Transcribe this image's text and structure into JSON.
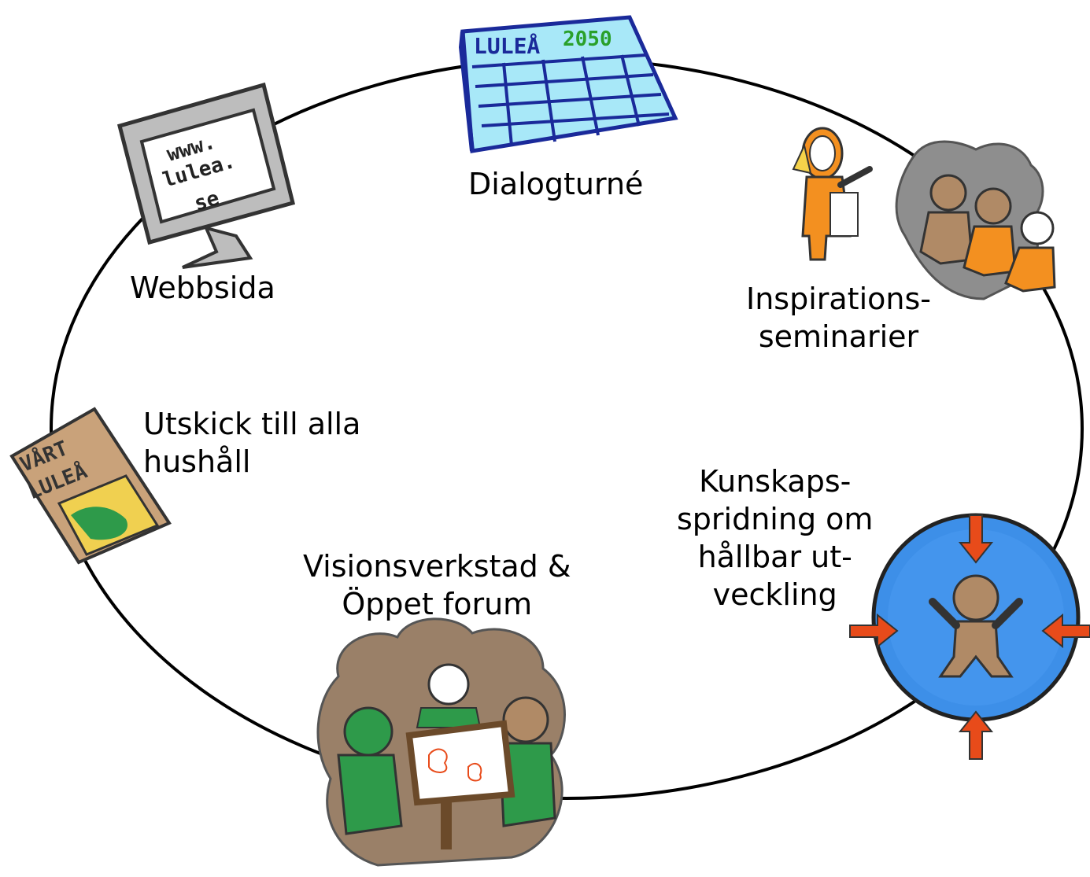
{
  "colors": {
    "ring": "#000000",
    "calendar_fill": "#a8e8f8",
    "calendar_ink": "#1a2a9a",
    "year_ink": "#2aa02a",
    "monitor_fill": "#bdbdbd",
    "orange": "#f39020",
    "skin": "#b08a66",
    "cloud": "#8e8e8e",
    "booklet": "#c9a27a",
    "green": "#2e9a4a",
    "forum_cloud": "#9a8068",
    "sphere": "#3d8fe8",
    "arrow": "#e84b1a"
  },
  "icons": {
    "calendar": "calendar-icon",
    "monitor": "monitor-icon",
    "seminar": "audience-icon",
    "booklet": "booklet-icon",
    "forum": "workshop-table-icon",
    "knowledge": "person-in-sphere-icon"
  },
  "calendar": {
    "title": "LULEÅ",
    "year": "2050"
  },
  "monitor": {
    "line1": "www.",
    "line2": "lulea.",
    "line3": "se"
  },
  "booklet": {
    "line1": "VÅRT",
    "line2": "LULEÅ"
  },
  "labels": {
    "dialog": "Dialogturné",
    "web": "Webbsida",
    "seminar_1": "Inspirations-",
    "seminar_2": "seminarier",
    "mail_1": "Utskick till alla",
    "mail_2": "hushåll",
    "knowledge_1": "Kunskaps-",
    "knowledge_2": "spridning om",
    "knowledge_3": "hållbar ut-",
    "knowledge_4": "veckling",
    "workshop_1": "Visionsverkstad &",
    "workshop_2": "Öppet forum"
  }
}
